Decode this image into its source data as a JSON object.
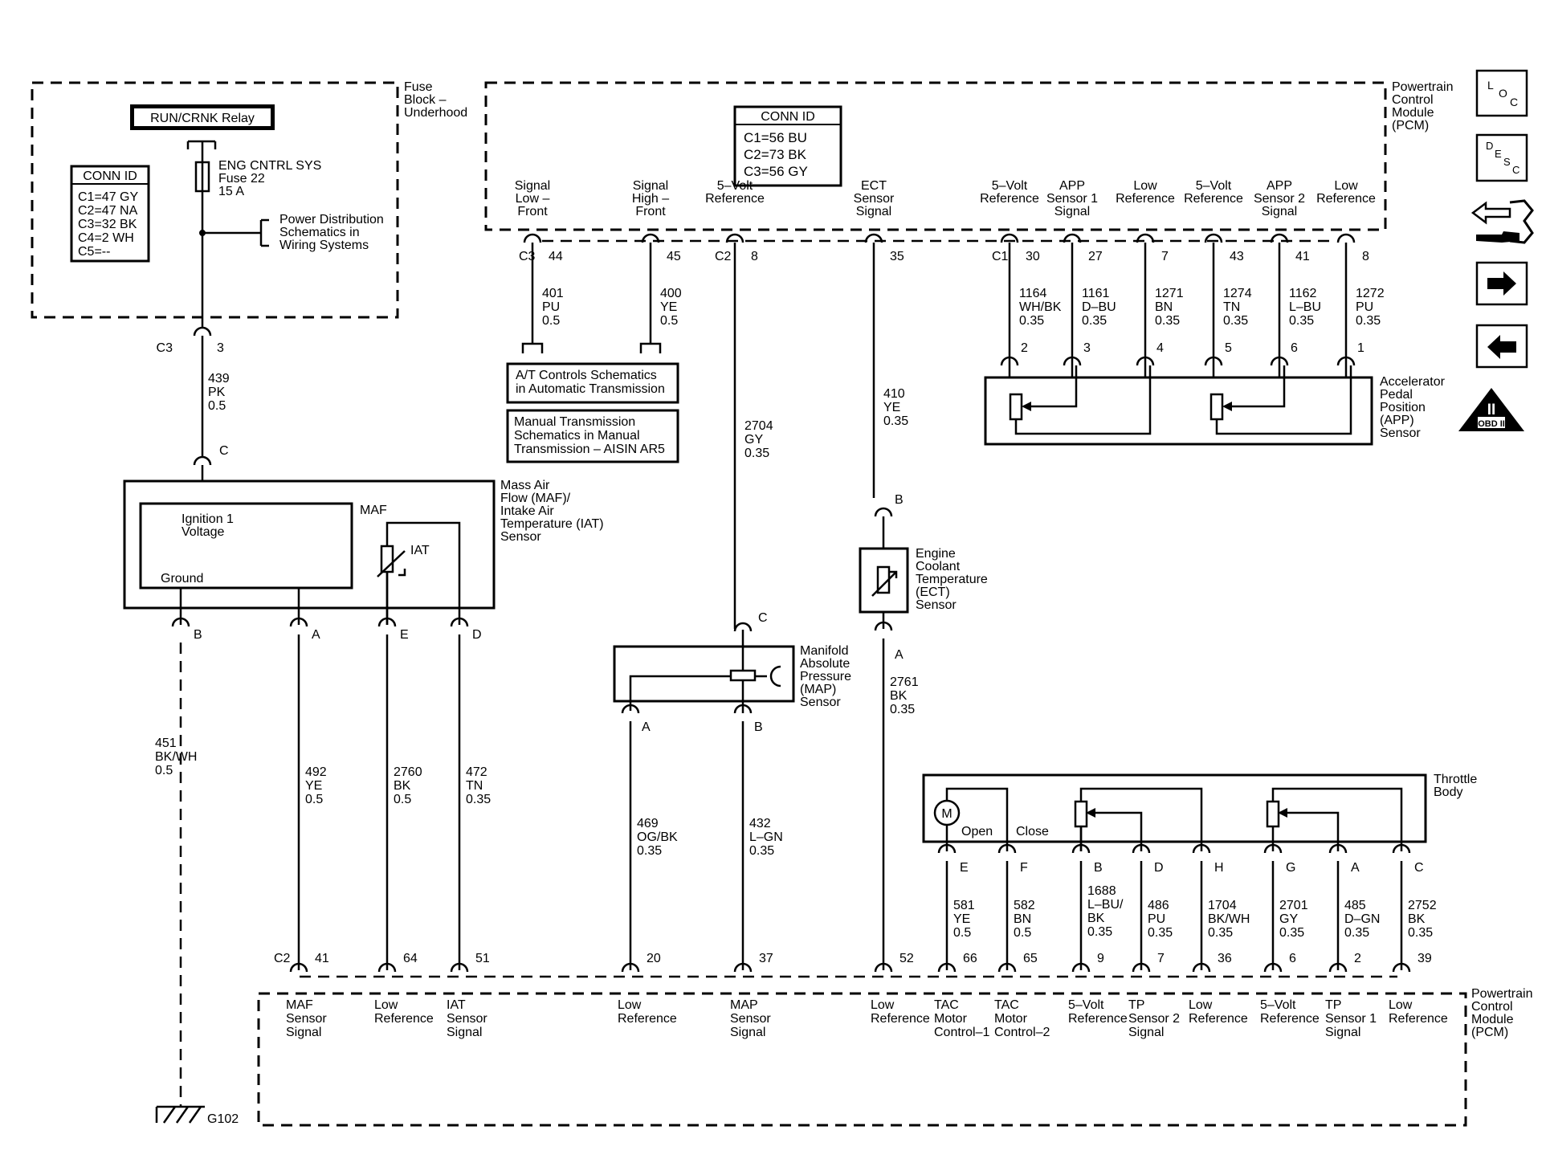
{
  "fuse_block": {
    "label": [
      "Fuse",
      "Block –",
      "Underhood"
    ],
    "relay": "RUN/CRNK Relay",
    "fuse": [
      "ENG CNTRL SYS",
      "Fuse 22",
      "15 A"
    ],
    "power_dist": [
      "Power Distribution",
      "Schematics in",
      "Wiring Systems"
    ],
    "conn_title": "CONN ID",
    "conn": [
      "C1=47 GY",
      "C2=47 NA",
      "C3=32 BK",
      "C4=2 WH",
      "C5=--"
    ],
    "out_conn": "C3",
    "out_pin": "3",
    "wire": [
      "439",
      "PK",
      "0.5"
    ]
  },
  "pcm_top": {
    "label": [
      "Powertrain",
      "Control",
      "Module",
      "(PCM)"
    ],
    "conn_title": "CONN ID",
    "conn": [
      "C1=56 BU",
      "C2=73 BK",
      "C3=56 GY"
    ],
    "c3_label": "C3",
    "c2_label": "C2",
    "c1_label": "C1",
    "signals": [
      {
        "lines": [
          "Signal",
          "Low –",
          "Front"
        ],
        "pin": "44",
        "wire": [
          "401",
          "PU",
          "0.5"
        ]
      },
      {
        "lines": [
          "Signal",
          "High –",
          "Front"
        ],
        "pin": "45",
        "wire": [
          "400",
          "YE",
          "0.5"
        ]
      },
      {
        "lines": [
          "5–Volt",
          "Reference"
        ],
        "pin": "8",
        "wire": [
          "2704",
          "GY",
          "0.35"
        ]
      },
      {
        "lines": [
          "ECT",
          "Sensor",
          "Signal"
        ],
        "pin": "35",
        "wire": [
          "410",
          "YE",
          "0.35"
        ]
      },
      {
        "lines": [
          "5–Volt",
          "Reference"
        ],
        "pin": "30",
        "wire": [
          "1164",
          "WH/BK",
          "0.35"
        ]
      },
      {
        "lines": [
          "APP",
          "Sensor 1",
          "Signal"
        ],
        "pin": "27",
        "wire": [
          "1161",
          "D–BU",
          "0.35"
        ]
      },
      {
        "lines": [
          "Low",
          "Reference"
        ],
        "pin": "7",
        "wire": [
          "1271",
          "BN",
          "0.35"
        ]
      },
      {
        "lines": [
          "5–Volt",
          "Reference"
        ],
        "pin": "43",
        "wire": [
          "1274",
          "TN",
          "0.35"
        ]
      },
      {
        "lines": [
          "APP",
          "Sensor 2",
          "Signal"
        ],
        "pin": "41",
        "wire": [
          "1162",
          "L–BU",
          "0.35"
        ]
      },
      {
        "lines": [
          "Low",
          "Reference"
        ],
        "pin": "8",
        "wire": [
          "1272",
          "PU",
          "0.35"
        ]
      }
    ]
  },
  "transmission": {
    "at": [
      "A/T Controls Schematics",
      "in Automatic Transmission"
    ],
    "manual": [
      "Manual Transmission",
      "Schematics in Manual",
      "Transmission – AISIN AR5"
    ]
  },
  "app_sensor": {
    "label": [
      "Accelerator",
      "Pedal",
      "Position",
      "(APP)",
      "Sensor"
    ],
    "pins": [
      "2",
      "3",
      "4",
      "5",
      "6",
      "1"
    ]
  },
  "maf_sensor": {
    "label": [
      "Mass Air",
      "Flow (MAF)/",
      "Intake Air",
      "Temperature (IAT)",
      "Sensor"
    ],
    "in_pin": "C",
    "maf": "MAF",
    "iat": "IAT",
    "ign": [
      "Ignition 1",
      "Voltage"
    ],
    "ground": "Ground",
    "pins": [
      "B",
      "A",
      "E",
      "D"
    ]
  },
  "map_sensor": {
    "label": [
      "Manifold",
      "Absolute",
      "Pressure",
      "(MAP)",
      "Sensor"
    ],
    "pins": [
      "C",
      "A",
      "B"
    ]
  },
  "ect_sensor": {
    "label": [
      "Engine",
      "Coolant",
      "Temperature",
      "(ECT)",
      "Sensor"
    ],
    "pins": [
      "B",
      "A"
    ]
  },
  "throttle_body": {
    "label": [
      "Throttle",
      "Body"
    ],
    "motor": "M",
    "open": "Open",
    "close": "Close",
    "pins": [
      "E",
      "F",
      "B",
      "D",
      "H",
      "G",
      "A",
      "C"
    ]
  },
  "lower_wires": [
    {
      "lines": [
        "451",
        "BK/WH",
        "0.5"
      ]
    },
    {
      "lines": [
        "492",
        "YE",
        "0.5"
      ]
    },
    {
      "lines": [
        "2760",
        "BK",
        "0.5"
      ]
    },
    {
      "lines": [
        "472",
        "TN",
        "0.35"
      ]
    },
    {
      "lines": [
        "469",
        "OG/BK",
        "0.35"
      ]
    },
    {
      "lines": [
        "432",
        "L–GN",
        "0.35"
      ]
    },
    {
      "lines": [
        "2761",
        "BK",
        "0.35"
      ]
    },
    {
      "lines": [
        "581",
        "YE",
        "0.5"
      ]
    },
    {
      "lines": [
        "582",
        "BN",
        "0.5"
      ]
    },
    {
      "lines": [
        "1688",
        "L–BU/",
        "BK",
        "0.35"
      ]
    },
    {
      "lines": [
        "486",
        "PU",
        "0.35"
      ]
    },
    {
      "lines": [
        "1704",
        "BK/WH",
        "0.35"
      ]
    },
    {
      "lines": [
        "2701",
        "GY",
        "0.35"
      ]
    },
    {
      "lines": [
        "485",
        "D–GN",
        "0.35"
      ]
    },
    {
      "lines": [
        "2752",
        "BK",
        "0.35"
      ]
    }
  ],
  "pcm_bottom": {
    "label": [
      "Powertrain",
      "Control",
      "Module",
      "(PCM)"
    ],
    "conn": "C2",
    "pins": [
      {
        "pin": "41",
        "lines": [
          "MAF",
          "Sensor",
          "Signal"
        ]
      },
      {
        "pin": "64",
        "lines": [
          "Low",
          "Reference"
        ]
      },
      {
        "pin": "51",
        "lines": [
          "IAT",
          "Sensor",
          "Signal"
        ]
      },
      {
        "pin": "20",
        "lines": [
          "Low",
          "Reference"
        ]
      },
      {
        "pin": "37",
        "lines": [
          "MAP",
          "Sensor",
          "Signal"
        ]
      },
      {
        "pin": "52",
        "lines": [
          "Low",
          "Reference"
        ]
      },
      {
        "pin": "66",
        "lines": [
          "TAC",
          "Motor",
          "Control–1"
        ]
      },
      {
        "pin": "65",
        "lines": [
          "TAC",
          "Motor",
          "Control–2"
        ]
      },
      {
        "pin": "9",
        "lines": [
          "5–Volt",
          "Reference"
        ]
      },
      {
        "pin": "7",
        "lines": [
          "TP",
          "Sensor 2",
          "Signal"
        ]
      },
      {
        "pin": "36",
        "lines": [
          "Low",
          "Reference"
        ]
      },
      {
        "pin": "6",
        "lines": [
          "5–Volt",
          "Reference"
        ]
      },
      {
        "pin": "2",
        "lines": [
          "TP",
          "Sensor 1",
          "Signal"
        ]
      },
      {
        "pin": "39",
        "lines": [
          "Low",
          "Reference"
        ]
      }
    ]
  },
  "ground": "G102",
  "nav": {
    "loc": [
      "L",
      "O",
      "C"
    ],
    "desc": [
      "D",
      "E",
      "S",
      "C"
    ],
    "obd": "OBD II",
    "obd_numeral": "II"
  }
}
